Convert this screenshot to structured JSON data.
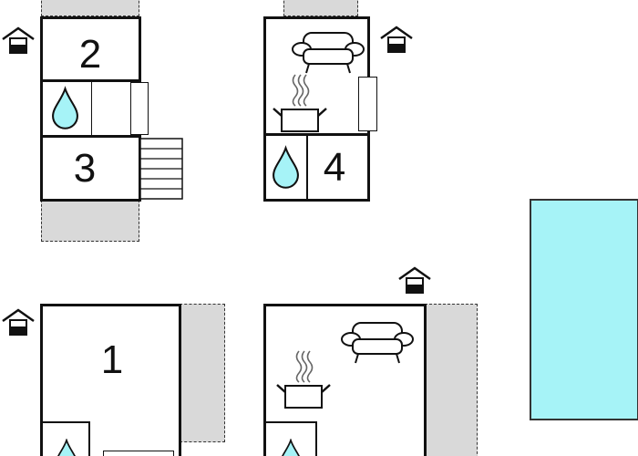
{
  "rooms": {
    "bedroom_2": {
      "label": "2"
    },
    "bedroom_3": {
      "label": "3"
    },
    "bedroom_4": {
      "label": "4"
    },
    "bedroom_1": {
      "label": "1"
    }
  },
  "colors": {
    "wall": "#111111",
    "terrace": "#d9d9d9",
    "water": "#a6f3f7",
    "pool": "#a6f3f7"
  },
  "icons": [
    "house-entrance-icon",
    "water-drop-icon",
    "sofa-icon",
    "cooking-pot-icon",
    "stairs-icon"
  ]
}
